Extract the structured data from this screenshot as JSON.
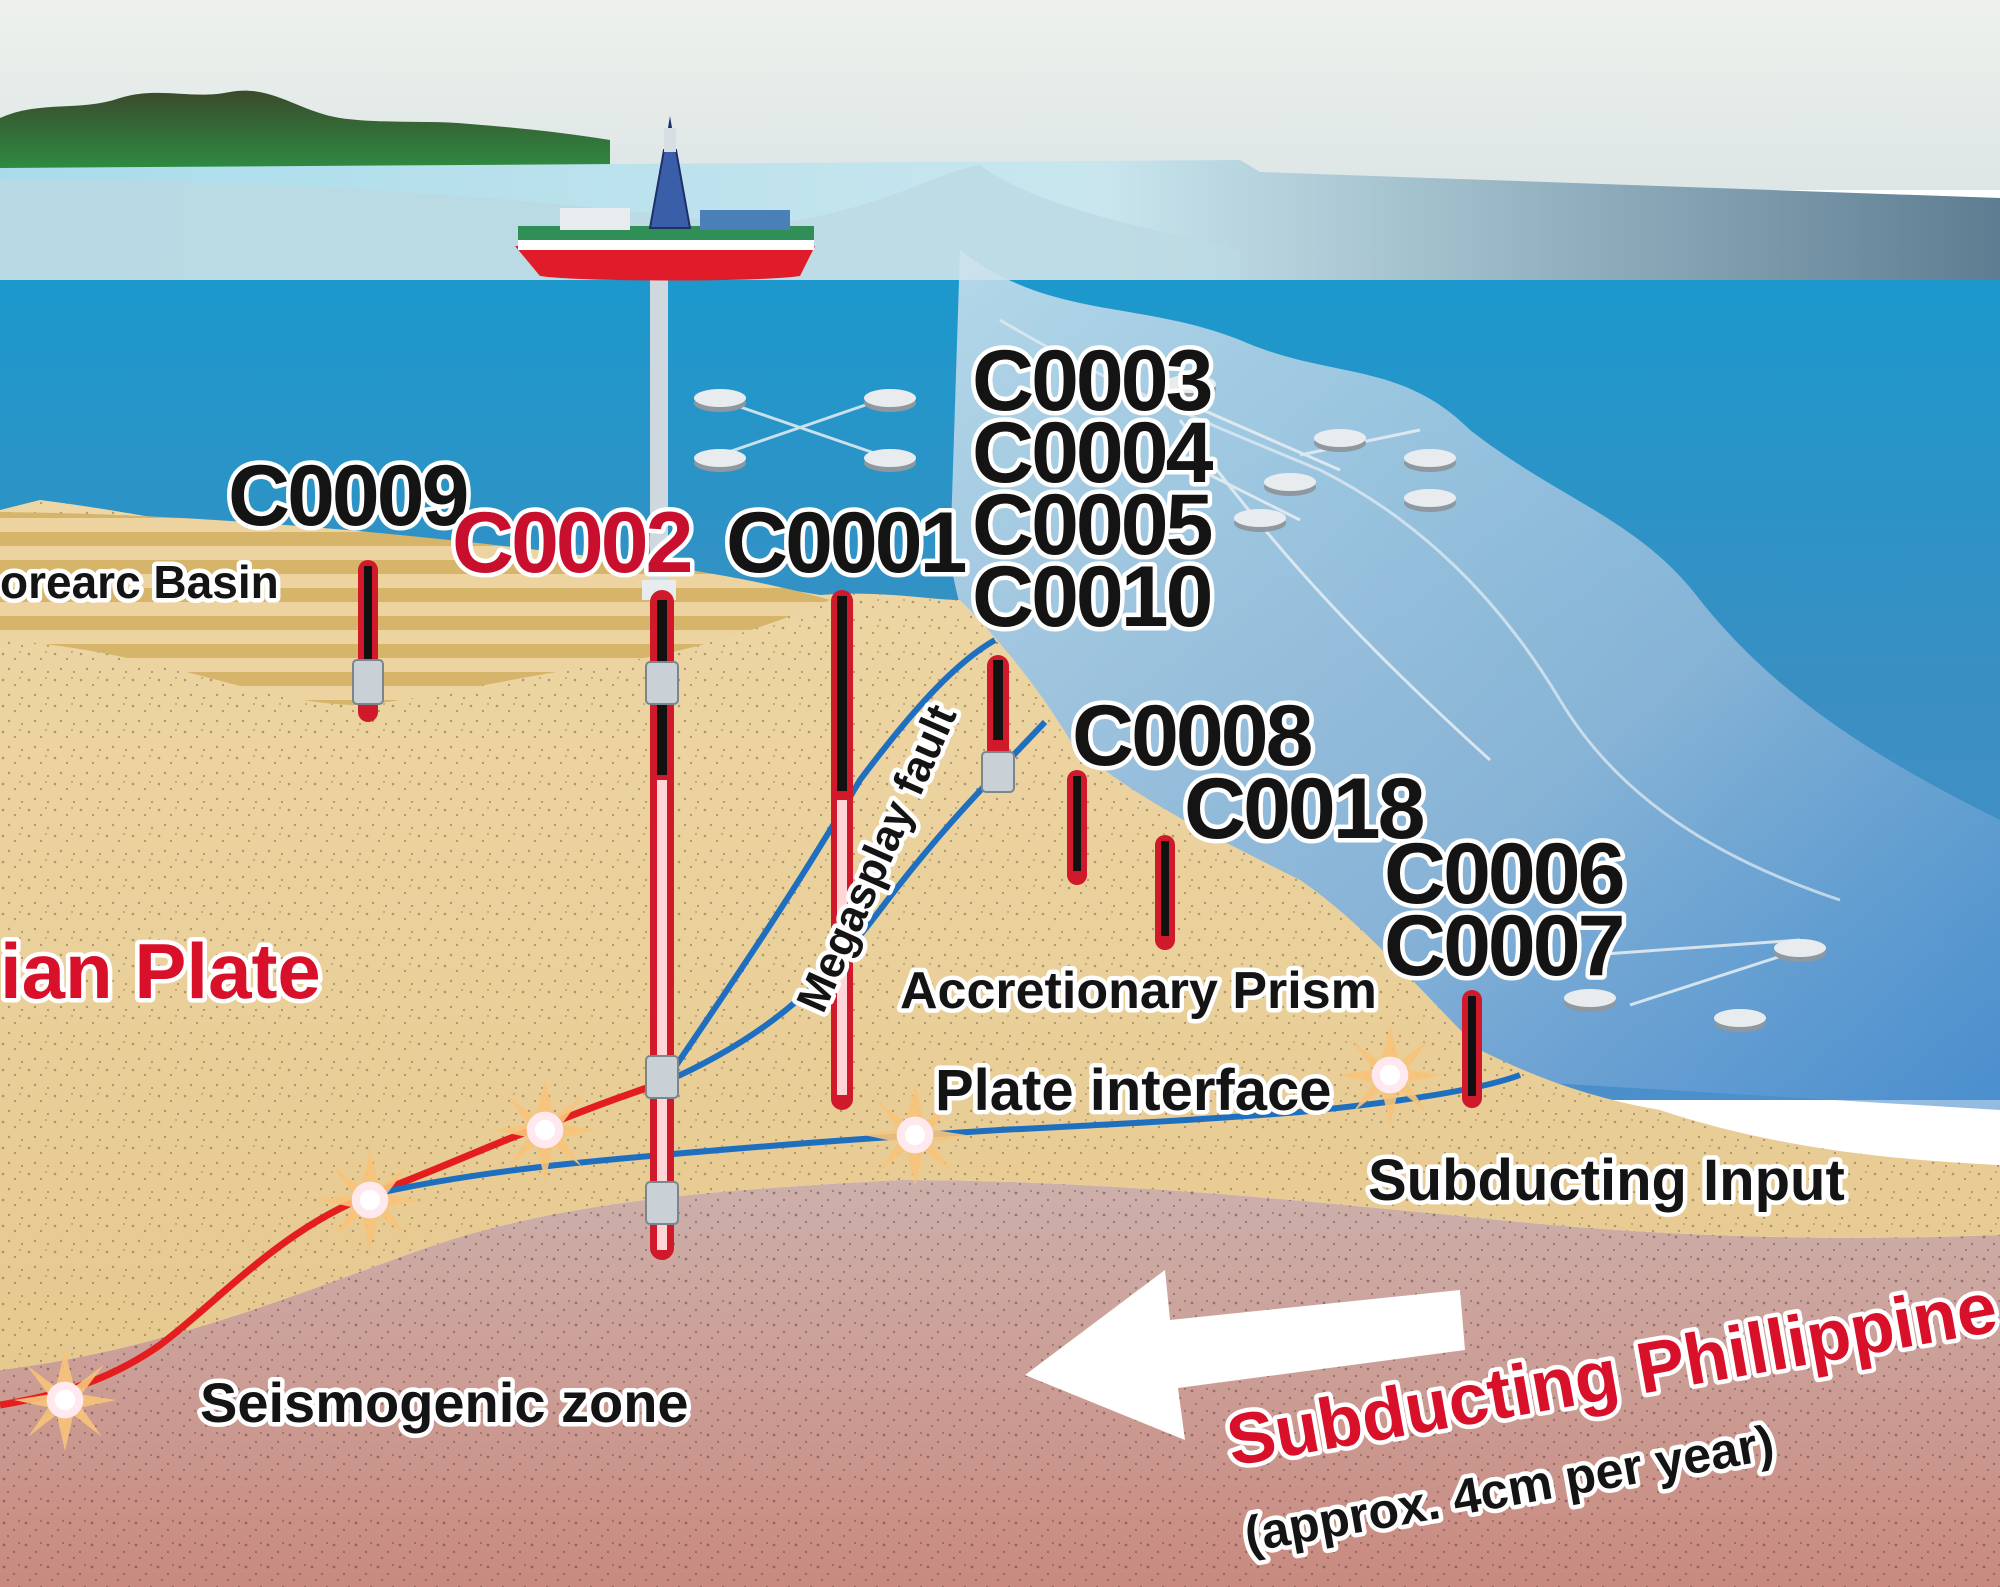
{
  "sites": {
    "c0009": "C0009",
    "c0002": "C0002",
    "c0001": "C0001",
    "c0003": "C0003",
    "c0004": "C0004",
    "c0005": "C0005",
    "c0010": "C0010",
    "c0008": "C0008",
    "c0018": "C0018",
    "c0006": "C0006",
    "c0007": "C0007"
  },
  "labels": {
    "forearc_basin": "orearc Basin",
    "overriding_plate": "ian Plate",
    "megasplay_fault": "Megasplay fault",
    "accretionary_prism": "Accretionary Prism",
    "plate_interface": "Plate interface",
    "subducting_input": "Subducting Input",
    "seismogenic_zone": "Seismogenic zone",
    "subducting_plate": "Subducting Phillippine",
    "subducting_rate": "(approx. 4cm per year)"
  },
  "colors": {
    "sky": "#f2f4f0",
    "sea_surface": "#8fd3e6",
    "sea_deep": "#1a8fc0",
    "sediment": "#ecd3a0",
    "forearc_layers": "#c9a45a",
    "oceanic_crust": "#c9a39b",
    "seismogenic_line": "#e41e1e",
    "fault_line": "#1f6fc0",
    "borehole": "#d0192b",
    "highlight_text": "#c8102e"
  },
  "icons": [
    "drilling-ship-icon",
    "earthquake-burst-icon",
    "seafloor-sensor-icon",
    "plate-motion-arrow-icon"
  ]
}
